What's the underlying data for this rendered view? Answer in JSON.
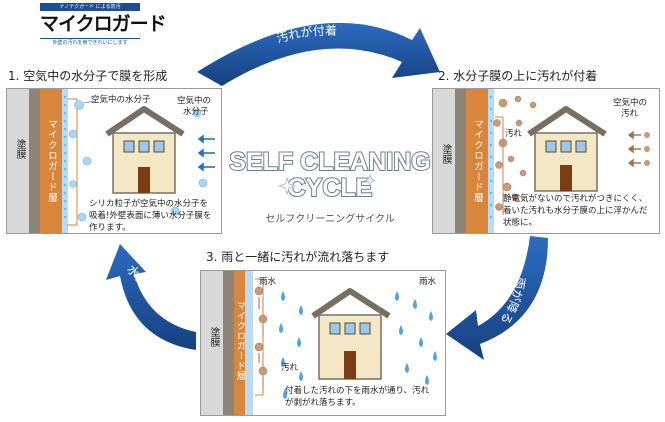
{
  "logo": {
    "tagline": "ナノテクガード による防汚",
    "brand": "マイクロガード",
    "subline": "外壁の汚れを雨できれいにします"
  },
  "center": {
    "title_line1": "SELF CLEANING",
    "title_line2": "CYCLE",
    "subtitle": "セルフクリーニングサイクル"
  },
  "cycle_arrows": {
    "top": "汚れが付着",
    "right": "雨が降る",
    "left": "水分子を再吸着"
  },
  "steps": [
    {
      "title": "1. 空気中の水分子で膜を形成",
      "film_label": "塗膜",
      "layer_label": "マイクロガード層",
      "label_a": "空気中の水分子",
      "label_b_line1": "空気中の",
      "label_b_line2": "水分子",
      "note": "シリカ粒子が空気中の水分子を吸着!外壁表面に薄い水分子膜を作ります。"
    },
    {
      "title": "2. 水分子膜の上に汚れが付着",
      "film_label": "塗膜",
      "layer_label": "マイクロガード層",
      "label_a": "汚れ",
      "label_b_line1": "空気中の",
      "label_b_line2": "汚れ",
      "note": "静電気がないので汚れがつきにくく、着いた汚れも水分子膜の上に浮かんだ状態に。"
    },
    {
      "title": "3. 雨と一緒に汚れが流れ落ちます",
      "film_label": "塗膜",
      "layer_label": "マイクロガード層",
      "label_a": "雨水",
      "label_b": "雨水",
      "label_c": "汚れ",
      "note": "付着した汚れの下を雨水が通り、汚れが剥がれ落ちます。"
    }
  ],
  "colors": {
    "arrow_blue": "#1c4f9a",
    "layer_orange": "#d9853a",
    "wall_gray": "#8e8578",
    "water_blue": "#6fb6e6",
    "dirt_brown": "#b98a6a"
  }
}
